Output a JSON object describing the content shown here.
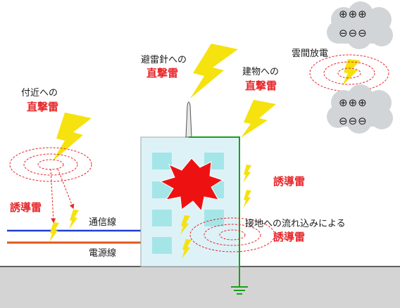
{
  "labels": {
    "nearby_strike": "付近への",
    "nearby_strike_red": "直撃雷",
    "rod_strike": "避雷針への",
    "rod_strike_red": "直撃雷",
    "building_strike": "建物への",
    "building_strike_red": "直撃雷",
    "cloud_discharge": "雲間放電",
    "induced_left": "誘導雷",
    "induced_right": "誘導雷",
    "ground_inflow": "接地への流れ込みによる",
    "ground_inflow_red": "誘導雷",
    "comm_line": "通信線",
    "power_line": "電源線"
  },
  "clouds": {
    "top_plus": "⊕⊕⊕",
    "top_minus": "⊖⊖⊖",
    "bottom_plus": "⊕⊕⊕",
    "bottom_minus": "⊖⊖⊖"
  },
  "colors": {
    "lightning": "#f5e20f",
    "red_text": "#e8262a",
    "comm_line": "#1f3fd0",
    "power_line": "#e0571b",
    "ground_wire": "#19a019",
    "building": "#ddf2f7",
    "window": "#a4e6e8",
    "ground": "#d4d4d4",
    "cloud": "#d2d5d8"
  }
}
